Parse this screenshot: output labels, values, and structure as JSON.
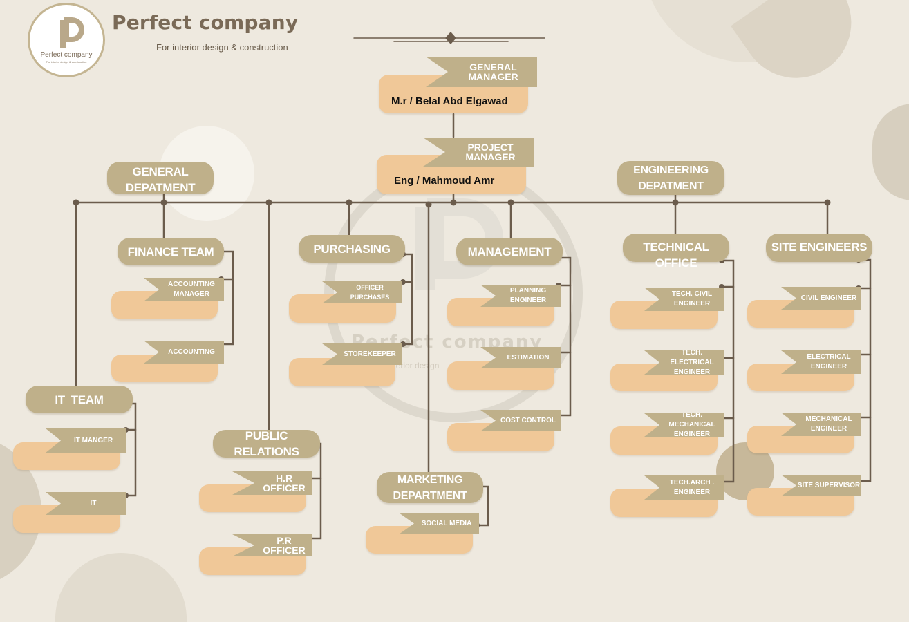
{
  "header": {
    "logo_name": "Perfect company",
    "logo_tagline": "For interior design & construction",
    "brand_title": "Perfect company",
    "brand_subtitle": "For interior design & construction"
  },
  "watermark": {
    "title": "Perfect company",
    "subtitle": "interior design"
  },
  "top": {
    "general_manager": {
      "title": "GENERAL MANAGER",
      "name": "M.r / Belal Abd Elgawad"
    },
    "project_manager": {
      "title": "PROJECT MANAGER",
      "name": "Eng / Mahmoud Amr"
    }
  },
  "departments": {
    "general": "GENERAL DEPATMENT",
    "engineering_line1": "ENGINEERING",
    "engineering_line2": "DEPATMENT"
  },
  "teams": {
    "finance": {
      "title": "FINANCE TEAM",
      "roles": [
        "ACCOUNTING MANAGER",
        "ACCOUNTING"
      ]
    },
    "purchasing": {
      "title": "PURCHASING",
      "roles": [
        "OFFICER PURCHASES",
        "STOREKEEPER"
      ]
    },
    "management": {
      "title": "MANAGEMENT",
      "roles": [
        "PLANNING ENGINEER",
        "ESTIMATION",
        "COST CONTROL"
      ]
    },
    "technical_office": {
      "title": "TECHNICAL OFFICE",
      "roles": [
        "TECH. CIVIL ENGINEER",
        "TECH. ELECTRICAL ENGINEER",
        "TECH. MECHANICAL ENGINEER",
        "TECH.ARCH . ENGINEER"
      ]
    },
    "site_engineers": {
      "title": "SITE ENGINEERS",
      "roles": [
        "CIVIL ENGINEER",
        "ELECTRICAL ENGINEER",
        "MECHANICAL ENGINEER",
        "SITE SUPERVISOR"
      ]
    },
    "it": {
      "title": "IT  TEAM",
      "roles": [
        "IT MANGER",
        "IT"
      ]
    },
    "public_relations": {
      "title": "PUBLIC RELATIONS",
      "roles": [
        "H.R OFFICER",
        "P.R OFFICER"
      ]
    },
    "marketing": {
      "title_line1": "MARKETING",
      "title_line2": "DEPARTMENT",
      "roles": [
        "SOCIAL MEDIA"
      ]
    }
  },
  "colors": {
    "background": "#eee9df",
    "tan": "#bfb08a",
    "peach": "#f0c898",
    "line": "#6b5c4c",
    "brand_text": "#7a6a57"
  }
}
